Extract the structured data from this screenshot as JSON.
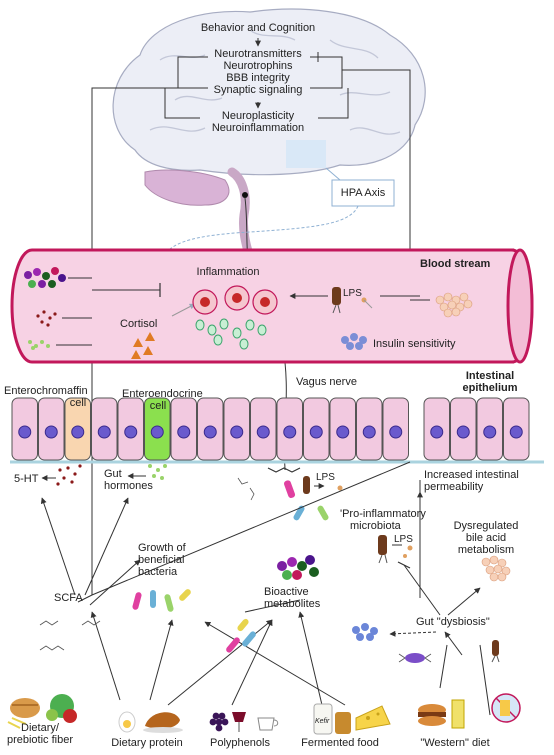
{
  "brain": {
    "behavior": "Behavior and Cognition",
    "neurotransmitters": "Neurotransmitters",
    "neurotrophins": "Neurotrophins",
    "bbb": "BBB integrity",
    "synaptic": "Synaptic signaling",
    "neuroplasticity": "Neuroplasticity",
    "neuroinflammation": "Neuroinflammation",
    "hpa": "HPA Axis"
  },
  "blood": {
    "title": "Blood stream",
    "inflammation": "Inflammation",
    "cortisol": "Cortisol",
    "lps": "LPS",
    "insulin": "Insulin sensitivity"
  },
  "epithelium": {
    "enterochromaffin": "Enterochromaffin",
    "ec_cell": "cell",
    "enteroendocrine": "Enteroendocrine",
    "ee_cell": "cell",
    "vagus": "Vagus nerve",
    "intestinal": "Intestinal",
    "epithelium": "epithelium",
    "serotonin": "5-HT",
    "gut1": "Gut",
    "gut2": "hormones",
    "lps": "LPS",
    "perm1": "Increased intestinal",
    "perm2": "permeability"
  },
  "gut": {
    "proinfl1": "'Pro-inflammatory",
    "proinfl2": "microbiota",
    "lps": "LPS",
    "dysreg1": "Dysregulated",
    "dysreg2": "bile acid",
    "dysreg3": "metabolism",
    "growth1": "Growth of",
    "growth2": "beneficial",
    "growth3": "bacteria",
    "scfa": "SCFA",
    "bioactive1": "Bioactive",
    "bioactive2": "metabolites",
    "dysbiosis": "Gut \"dysbiosis\""
  },
  "diet": {
    "fiber1": "Dietary/",
    "fiber2": "prebiotic fiber",
    "protein": "Dietary protein",
    "polyphenols": "Polyphenols",
    "fermented": "Fermented food",
    "western": "\"Western\" diet",
    "kefir": "Kefir"
  },
  "colors": {
    "vessel": "#f7d2e4",
    "vessel_border": "#c2185b",
    "cell": "#f2c9e0",
    "nucleus": "#6a5acd",
    "ec_cell": "#f9d6b0",
    "ee_cell": "#8be04e",
    "brain": "#eceef6",
    "hpa_box": "#d6e6f7"
  }
}
